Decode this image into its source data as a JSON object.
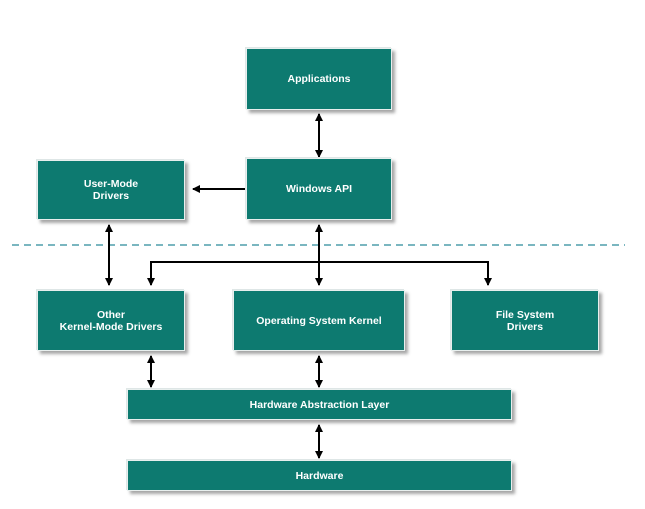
{
  "diagram": {
    "nodes": {
      "applications": "Applications",
      "windows_api": "Windows API",
      "user_mode_drivers": "User-Mode\nDrivers",
      "other_kernel_mode_drivers": "Other\nKernel-Mode Drivers",
      "os_kernel": "Operating System Kernel",
      "file_system_drivers": "File System\nDrivers",
      "hal": "Hardware Abstraction Layer",
      "hardware": "Hardware"
    },
    "colors": {
      "box_fill": "#0d7a70",
      "box_text": "#ffffff",
      "arrow": "#000000",
      "boundary_line": "#2a8a9a"
    }
  }
}
